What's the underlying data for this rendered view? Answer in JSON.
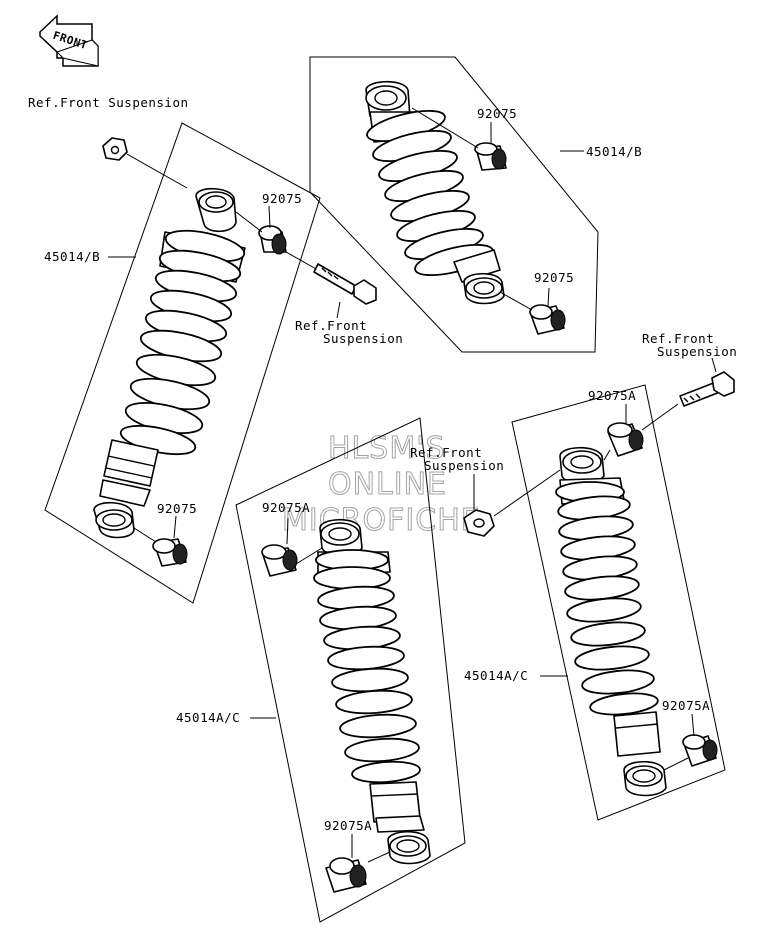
{
  "diagram": {
    "front_label": "FRONT",
    "watermark": [
      "HLSM'S",
      "ONLINE",
      "MICROFICHE"
    ],
    "labels": {
      "ref_top_left": "Ref.Front Suspension",
      "ref_mid_line1": "Ref.Front",
      "ref_mid_line2": "Suspension",
      "ref_right_line1": "Ref.Front",
      "ref_right_line2": "Suspension",
      "ref_center_line1": "Ref.Front",
      "ref_center_line2": "Suspension",
      "part_45014b_left": "45014/B",
      "part_45014b_right": "45014/B",
      "part_45014ac_left": "45014A/C",
      "part_45014ac_right": "45014A/C",
      "bushing_92075_a": "92075",
      "bushing_92075_b": "92075",
      "bushing_92075_c": "92075",
      "bushing_92075_d": "92075",
      "bushing_92075a_a": "92075A",
      "bushing_92075a_b": "92075A",
      "bushing_92075a_c": "92075A",
      "bushing_92075a_d": "92075A"
    }
  }
}
